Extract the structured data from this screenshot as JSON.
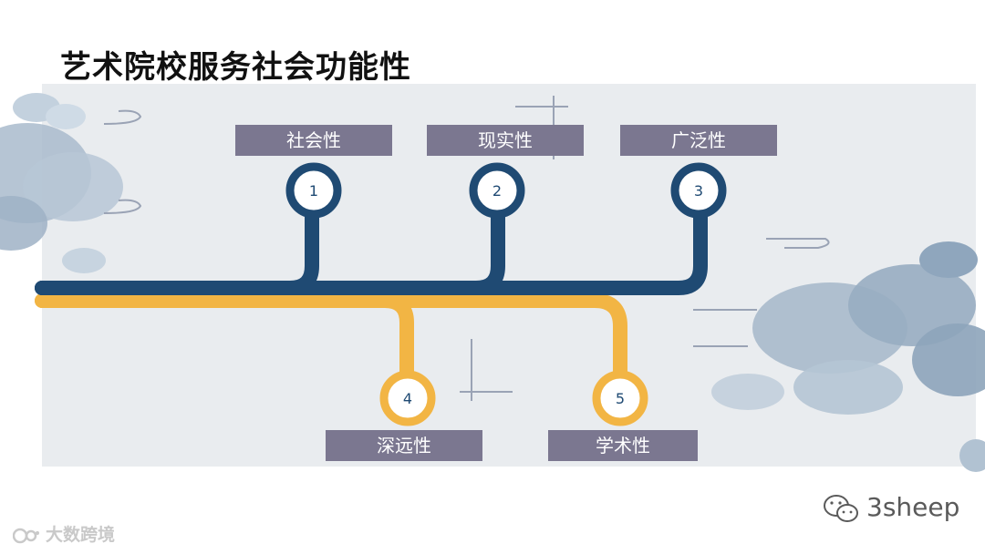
{
  "title": "艺术院校服务社会功能性",
  "timeline": {
    "top_items": [
      {
        "number": "1",
        "label": "社会性"
      },
      {
        "number": "2",
        "label": "现实性"
      },
      {
        "number": "3",
        "label": "广泛性"
      }
    ],
    "bottom_items": [
      {
        "number": "4",
        "label": "深远性"
      },
      {
        "number": "5",
        "label": "学术性"
      }
    ]
  },
  "colors": {
    "navy": "#1f4a73",
    "gold": "#f2b544",
    "label_bg": "#7b7790",
    "panel_bg": "#e9ecef",
    "cloud": "#a3b6c8"
  },
  "watermarks": {
    "left_text": "大数跨境",
    "right_text": "3sheep"
  }
}
